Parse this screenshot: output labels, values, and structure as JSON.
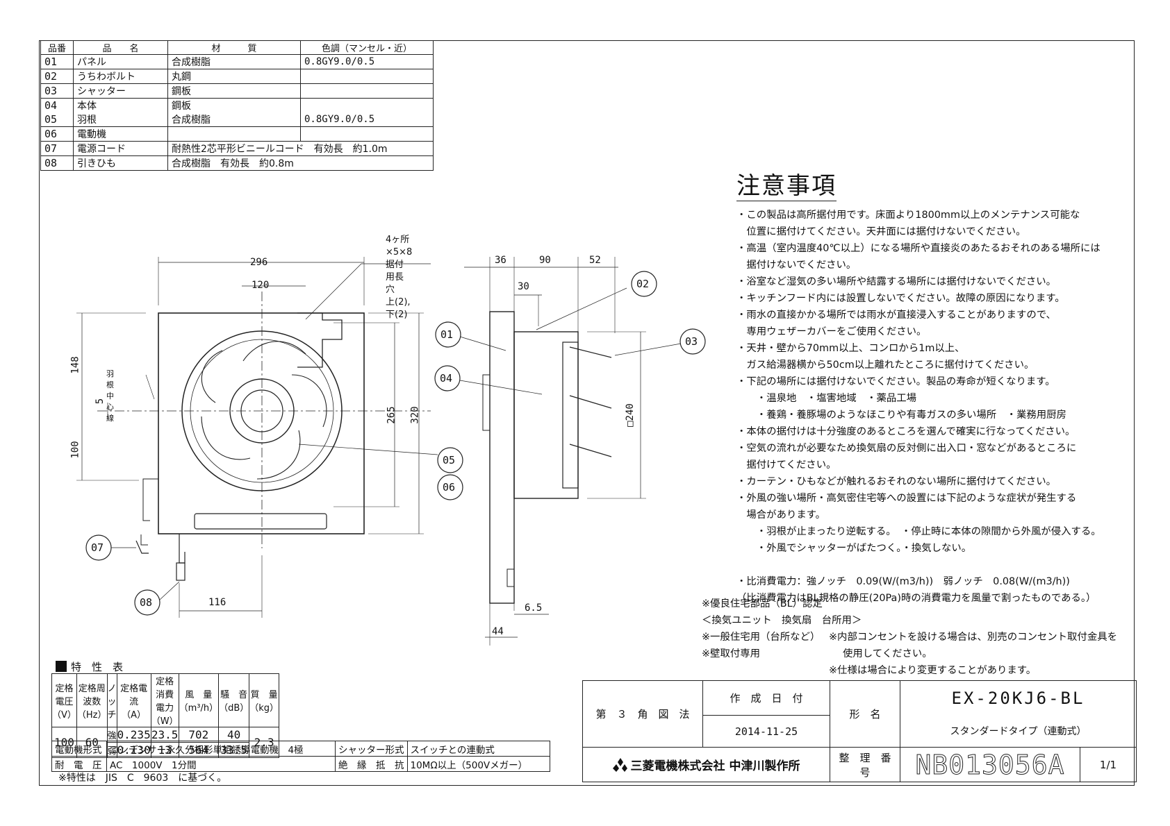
{
  "parts_table": {
    "headers": [
      "品番",
      "品　　名",
      "材　　　質",
      "色調（マンセル・近）"
    ],
    "rows": [
      {
        "no": "01",
        "name": "パネル",
        "material": "合成樹脂",
        "color": "0.8GY9.0/0.5"
      },
      {
        "no": "02",
        "name": "うちわボルト",
        "material": "丸鋼",
        "color": ""
      },
      {
        "no": "03",
        "name": "シャッター",
        "material": "鋼板",
        "color": ""
      },
      {
        "no": "04",
        "name": "本体",
        "material": "鋼板",
        "color": ""
      },
      {
        "no": "05",
        "name": "羽根",
        "material": "合成樹脂",
        "color": "0.8GY9.0/0.5"
      },
      {
        "no": "06",
        "name": "電動機",
        "material": "",
        "color": ""
      },
      {
        "no": "07",
        "name": "電源コード",
        "material": "耐熱性2芯平形ビニールコード　有効長　約1.0m",
        "color": ""
      },
      {
        "no": "08",
        "name": "引きひも",
        "material": "合成樹脂　有効長　約0.8m",
        "color": ""
      }
    ]
  },
  "drawing": {
    "dims": {
      "d296": "296",
      "d120": "120",
      "d148": "148",
      "d5": "5",
      "d100": "100",
      "d265": "265",
      "d320": "320",
      "d116": "116",
      "d36": "36",
      "d90": "90",
      "d52": "52",
      "d30": "30",
      "d240": "□240",
      "d6_5": "6.5",
      "d44": "44"
    },
    "hole_note": [
      "4ヶ所×5×8",
      "据付用長穴",
      "上(2),下(2)"
    ],
    "center_label": "羽根中心線",
    "balloons": [
      "01",
      "02",
      "03",
      "04",
      "05",
      "06",
      "07",
      "08"
    ]
  },
  "notes": {
    "title": "注意事項",
    "lines": [
      "・この製品は高所据付用です。床面より1800mm以上のメンテナンス可能な",
      "　位置に据付けてください。天井面には据付けないでください。",
      "・高温（室内温度40℃以上）になる場所や直接炎のあたるおそれのある場所には",
      "　据付けないでください。",
      "・浴室など湿気の多い場所や結露する場所には据付けないでください。",
      "・キッチンフード内には設置しないでください。故障の原因になります。",
      "・雨水の直接かかる場所では雨水が直接浸入することがありますので、",
      "　専用ウェザーカバーをご使用ください。",
      "・天井・壁から70mm以上、コンロから1m以上、",
      "　ガス給湯器横から50cm以上離れたところに据付けてください。",
      "・下記の場所には据付けないでください。製品の寿命が短くなります。",
      "　　・温泉地　・塩害地域　・薬品工場",
      "　　・養鶏・養豚場のようなほこりや有毒ガスの多い場所　・業務用厨房",
      "・本体の据付けは十分強度のあるところを選んで確実に行なってください。",
      "・空気の流れが必要なため換気扇の反対側に出入口・窓などがあるところに",
      "　据付けてください。",
      "・カーテン・ひもなどが触れるおそれのない場所に据付けてください。",
      "・外風の強い場所・高気密住宅等への設置には下記のような症状が発生する",
      "　場合があります。",
      "　　・羽根が止まったり逆転する。　・停止時に本体の隙間から外風が侵入する。",
      "　　・外風でシャッターがばたつく。・換気しない。",
      "",
      "・比消費電力：強ノッチ　0.09(W/(m3/h))　弱ノッチ　0.08(W/(m3/h))",
      "（比消費電力はBL規格の静圧(20Pa)時の消費電力を風量で割ったものである。）"
    ]
  },
  "misc": {
    "l1": "※優良住宅部品（BL）認定",
    "l2": "＜換気ユニット　換気扇　台所用＞",
    "l3a": "※一般住宅用（台所など）",
    "l3b": "※内部コンセントを設ける場合は、別売のコンセント取付金具を",
    "l4a": "※壁取付専用",
    "l4b": "使用してください。",
    "l5": "※仕様は場合により変更することがあります。"
  },
  "spec": {
    "title": "特　性　表",
    "h": {
      "voltage": "定格電圧",
      "voltage_u": "（V）",
      "freq": "定格周波数",
      "freq_u": "（Hz）",
      "notch": "ノッチ",
      "current": "定格電流",
      "current_u": "（A）",
      "power": "定格消費電力",
      "power_u": "（W）",
      "air": "風　量",
      "air_u": "（m³/h）",
      "noise": "騒　音",
      "noise_u": "（dB）",
      "mass": "質　量",
      "mass_u": "（kg）"
    },
    "voltage": "100",
    "freq": "60",
    "mass": "2.3",
    "rows": [
      {
        "notch": "強",
        "current": "0.235",
        "power": "23.5",
        "air": "702",
        "noise": "40"
      },
      {
        "notch": "弱",
        "current": "0.130",
        "power": "13",
        "air": "564",
        "noise": "33.5"
      }
    ],
    "motor_label": "電動機形式",
    "motor_value": "コンデンサー永久分相形単相誘導電動機　4極",
    "shutter_label": "シャッター形式",
    "shutter_value": "スイッチとの連動式",
    "withstand_label": "耐　電　圧",
    "withstand_value": "AC　1000V　1分間",
    "insulation_label": "絶　縁　抵　抗",
    "insulation_value": "10MΩ以上（500Vメガー）",
    "note": "※特性は　JIS　C　9603　に基づく。"
  },
  "title_block": {
    "projection": "第　３　角　図　法",
    "date_label": "作　成　日　付",
    "date": "2014-11-25",
    "model_label": "形　名",
    "model": "EX-20KJ6-BL",
    "subtitle": "スタンダードタイプ（連動式）",
    "company": "三菱電機株式会社 中津川製作所",
    "number_label": "整　理　番　号",
    "number": "NB013056A",
    "page": "1/1"
  }
}
